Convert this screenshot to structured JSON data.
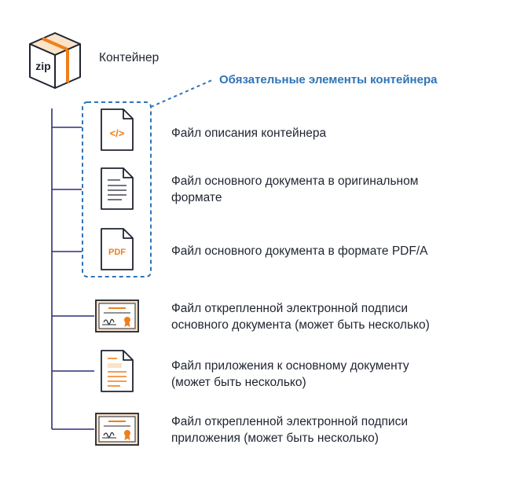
{
  "container": {
    "icon_text": "zip",
    "label": "Контейнер"
  },
  "mandatory_label": "Обязательные элементы контейнера",
  "items": [
    {
      "icon": "code-file-icon",
      "icon_text": "</>",
      "lines": [
        "Файл описания контейнера"
      ]
    },
    {
      "icon": "text-document-icon",
      "lines": [
        "Файл основного документа в оригинальном",
        "формате"
      ]
    },
    {
      "icon": "pdf-file-icon",
      "icon_text": "PDF",
      "lines": [
        "Файл основного документа в формате PDF/A"
      ]
    },
    {
      "icon": "signature-certificate-icon",
      "lines": [
        "Файл открепленной электронной подписи",
        "основного документа (может быть несколько)"
      ]
    },
    {
      "icon": "attachment-document-icon",
      "lines": [
        "Файл приложения к основному документу",
        "(может быть несколько)"
      ]
    },
    {
      "icon": "signature-certificate-icon",
      "lines": [
        "Файл открепленной электронной подписи",
        "приложения (может быть несколько)"
      ]
    }
  ],
  "colors": {
    "navy": "#2b2f7a",
    "orange": "#f07f1a",
    "blue": "#2f74b7",
    "dark": "#1f2430"
  }
}
